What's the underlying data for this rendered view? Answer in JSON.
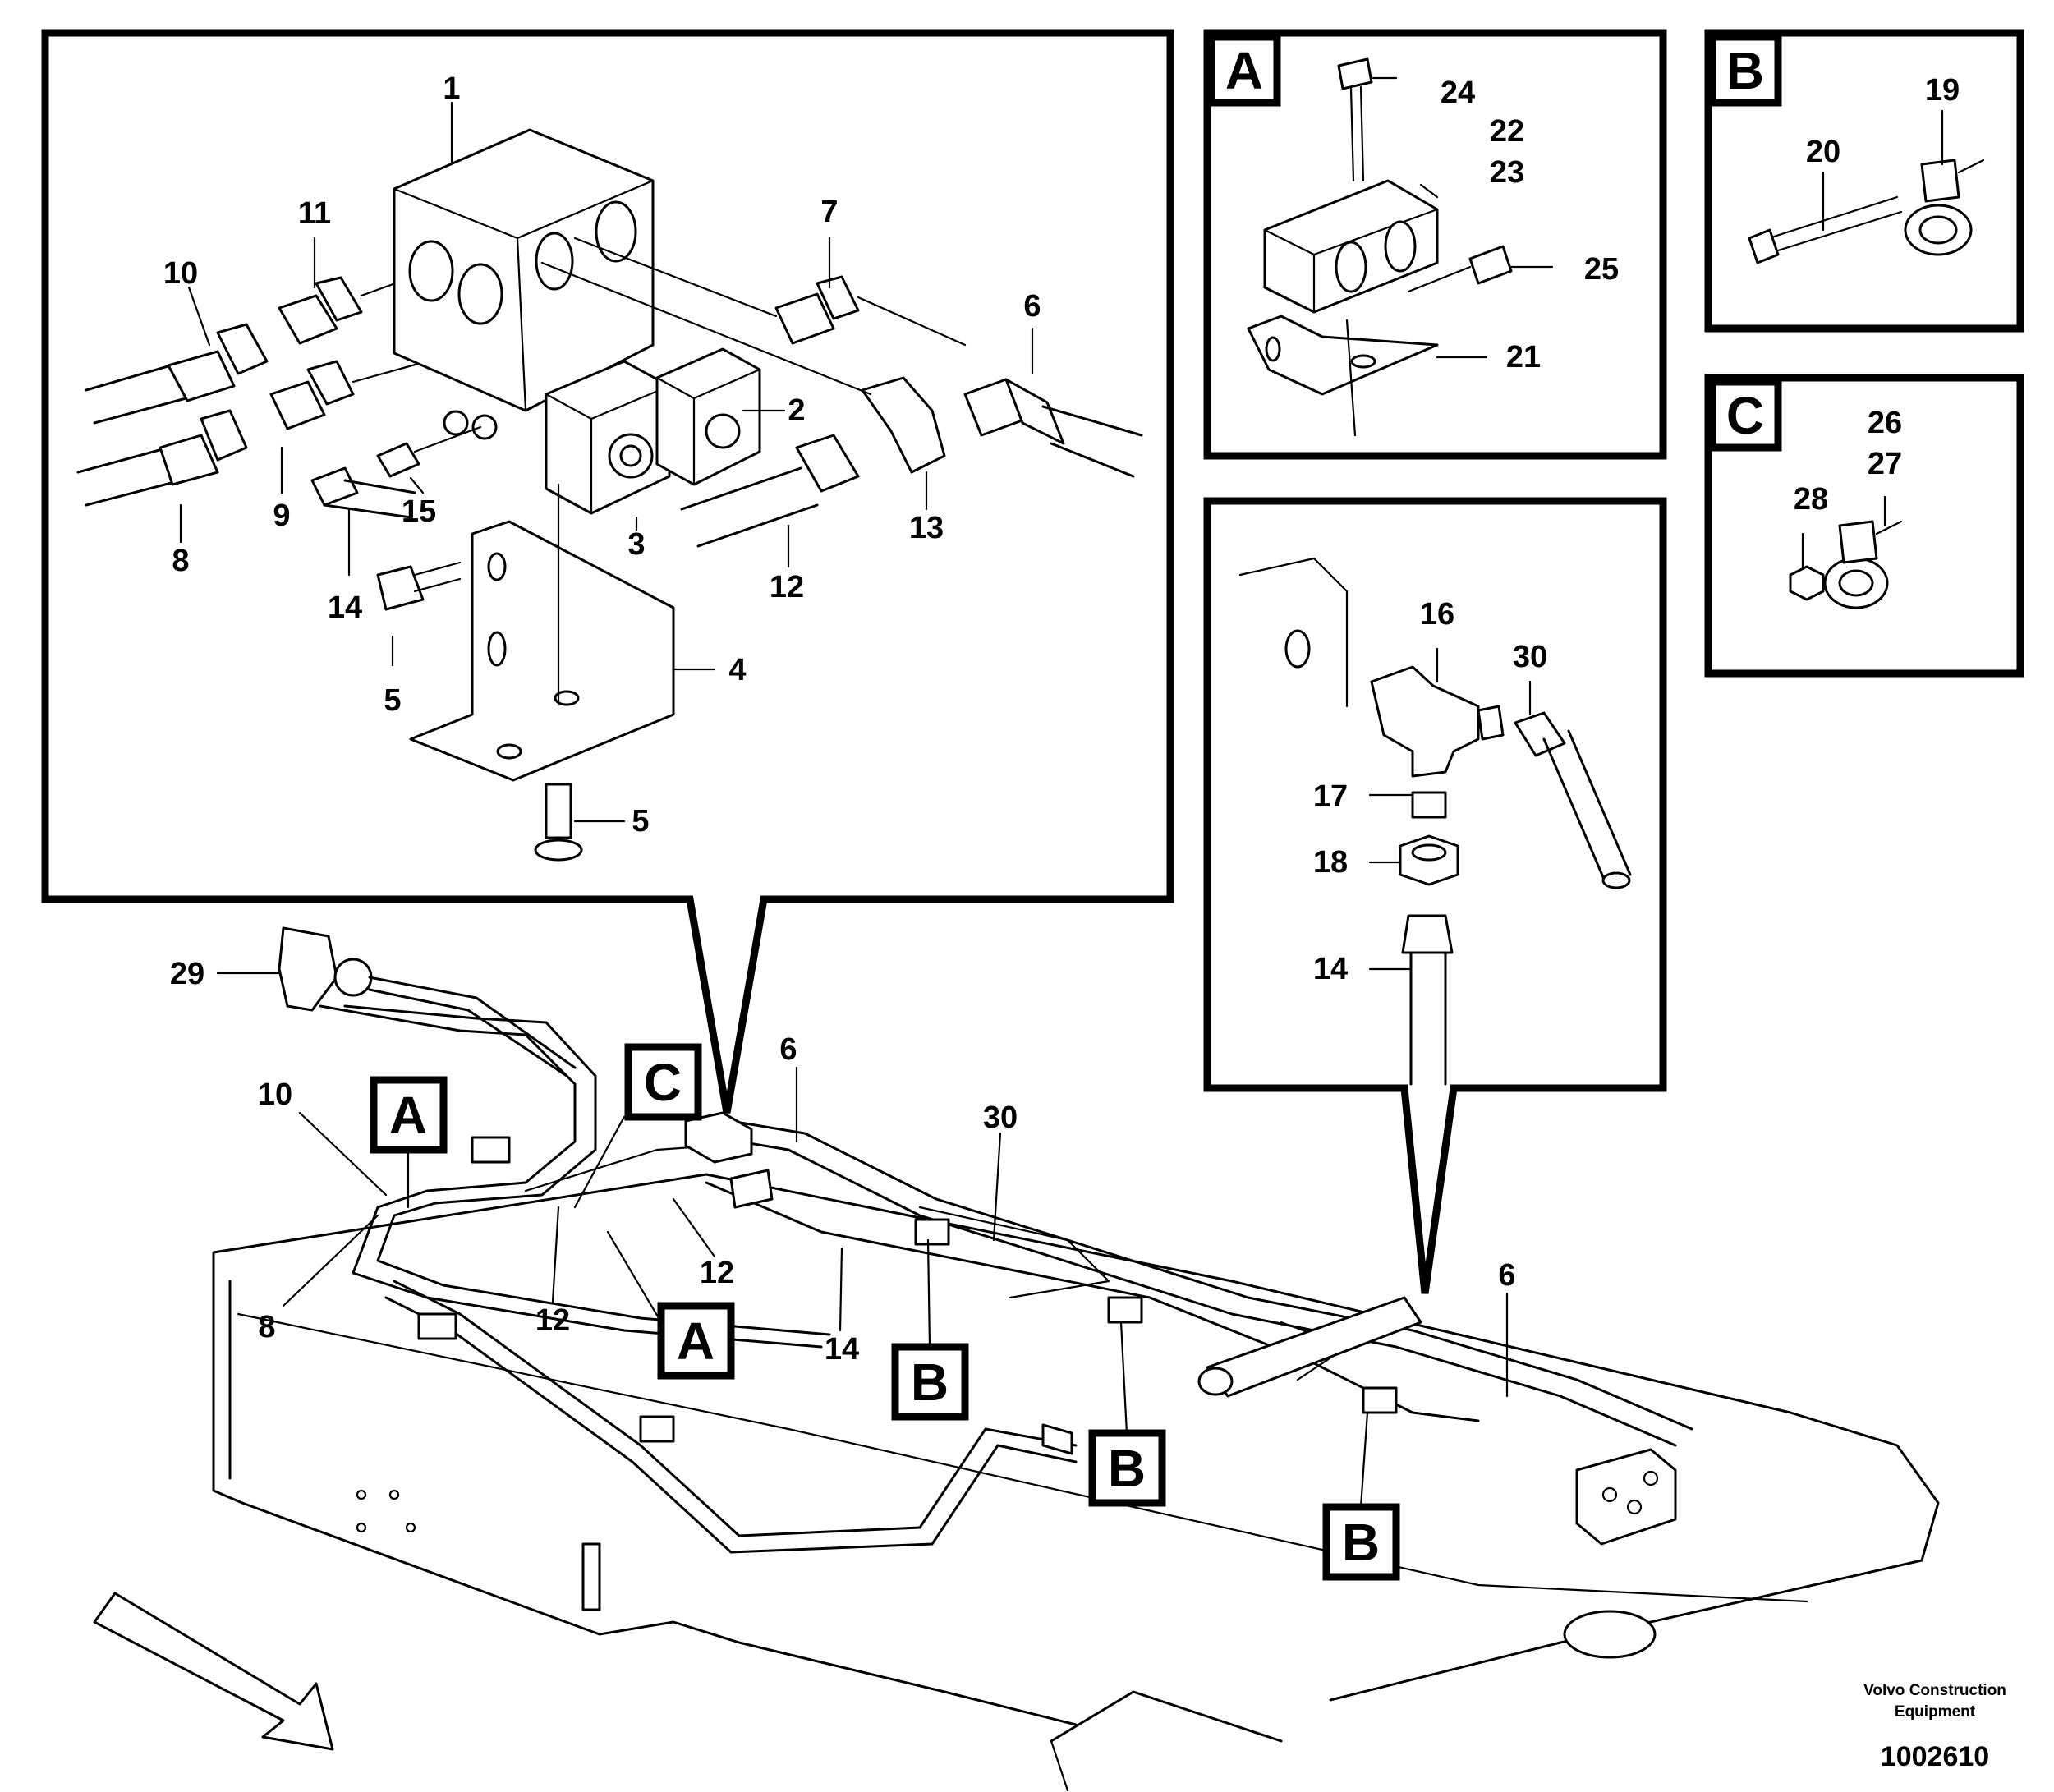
{
  "detail_letters": {
    "A": "A",
    "B": "B",
    "C": "C"
  },
  "callouts": {
    "c1": "1",
    "c2": "2",
    "c3": "3",
    "c4": "4",
    "c5a": "5",
    "c5b": "5",
    "c6a": "6",
    "c6b": "6",
    "c6c": "6",
    "c7": "7",
    "c8a": "8",
    "c8b": "8",
    "c9": "9",
    "c10a": "10",
    "c10b": "10",
    "c11": "11",
    "c12a": "12",
    "c12b": "12",
    "c12c": "12",
    "c13": "13",
    "c14a": "14",
    "c14b": "14",
    "c14c": "14",
    "c15": "15",
    "c16": "16",
    "c17": "17",
    "c18": "18",
    "c19": "19",
    "c20": "20",
    "c21": "21",
    "c22": "22",
    "c23": "23",
    "c24": "24",
    "c25": "25",
    "c26": "26",
    "c27": "27",
    "c28": "28",
    "c29": "29",
    "c30a": "30",
    "c30b": "30"
  },
  "footer": {
    "company_line1": "Volvo Construction",
    "company_line2": "Equipment",
    "doc_number": "1002610"
  }
}
